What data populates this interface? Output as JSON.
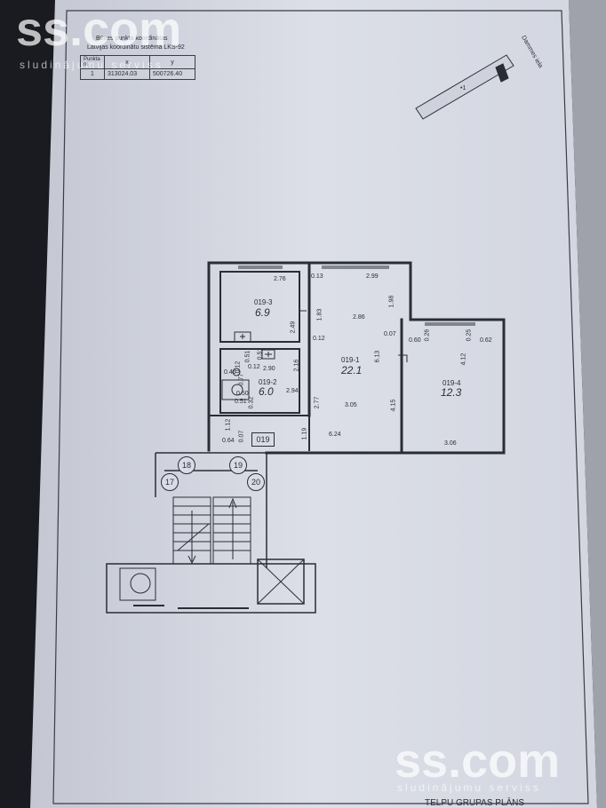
{
  "coords_header": {
    "title_line1": "Būves punkta koordinātas",
    "title_line2": "Latvijas koordinātu sistēmā LKS-92",
    "col_punkta": "Punkta nr",
    "col_x": "x",
    "col_y": "y",
    "row_nr": "1",
    "row_x": "313024.03",
    "row_y": "500726.40"
  },
  "street": {
    "name": "Dammes iela",
    "point_label": "•1"
  },
  "rooms": [
    {
      "id": "019-1",
      "area": "22.1"
    },
    {
      "id": "019-2",
      "area": "6.0"
    },
    {
      "id": "019-3",
      "area": "6.9"
    },
    {
      "id": "019-4",
      "area": "12.3"
    }
  ],
  "dimensions": {
    "d276": "2.76",
    "d013": "0.13",
    "d299": "2.99",
    "d286": "2.86",
    "d183": "1.83",
    "d198": "1.98",
    "d249": "2.49",
    "d012a": "0.12",
    "d007": "0.07",
    "d613": "6.13",
    "d060": "0.60",
    "d026": "0.26",
    "d025": "0.25",
    "d062": "0.62",
    "d412": "4.12",
    "d051a": "0.51",
    "d051b": "0.51",
    "d012b": "0.12",
    "d290": "2.90",
    "d216": "2.16",
    "d046": "0.46",
    "d012c": "0.12",
    "d077": "0.77",
    "d277": "2.77",
    "d294": "2.94",
    "d050": "0.50",
    "d051c": "0.51",
    "d032": "0.32",
    "d305": "3.05",
    "d415": "4.15",
    "d112": "1.12",
    "d119": "1.19",
    "d624": "6.24",
    "d306": "3.06",
    "d064": "0.64",
    "d007b": "0.07"
  },
  "flat_code": "019",
  "stair_nums": [
    "18",
    "19",
    "17",
    "20"
  ],
  "watermark": {
    "brand": "ss.com",
    "tagline": "sludinājumu serviss"
  },
  "footer_title": "TELPU GRUPAS PLĀNS"
}
